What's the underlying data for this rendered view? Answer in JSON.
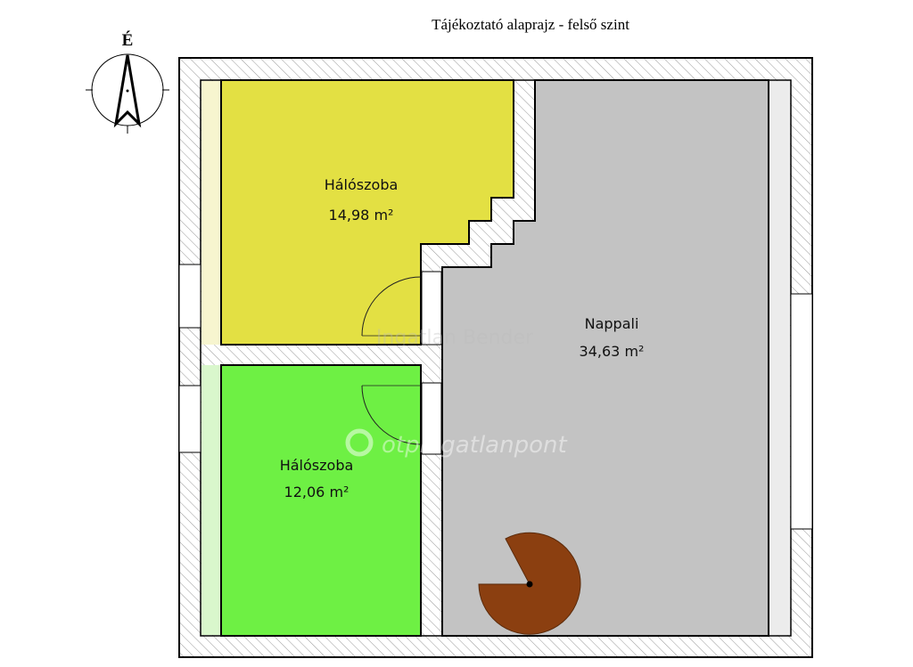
{
  "title": "Tájékoztató alaprajz - felső szint",
  "compass": {
    "north_label": "É"
  },
  "rooms": [
    {
      "name": "Hálószoba",
      "area": "14,98 m²",
      "color": "#e3e043"
    },
    {
      "name": "Nappali",
      "area": "34,63 m²",
      "color": "#c3c3c3"
    },
    {
      "name": "Hálószoba",
      "area": "12,06 m²",
      "color": "#6ef044"
    }
  ],
  "watermarks": {
    "main": "otpingatlanpont",
    "secondary": "Ingatlan Bender"
  },
  "colors": {
    "stair": "#8b3f10",
    "wall_hatch": "#888888"
  }
}
